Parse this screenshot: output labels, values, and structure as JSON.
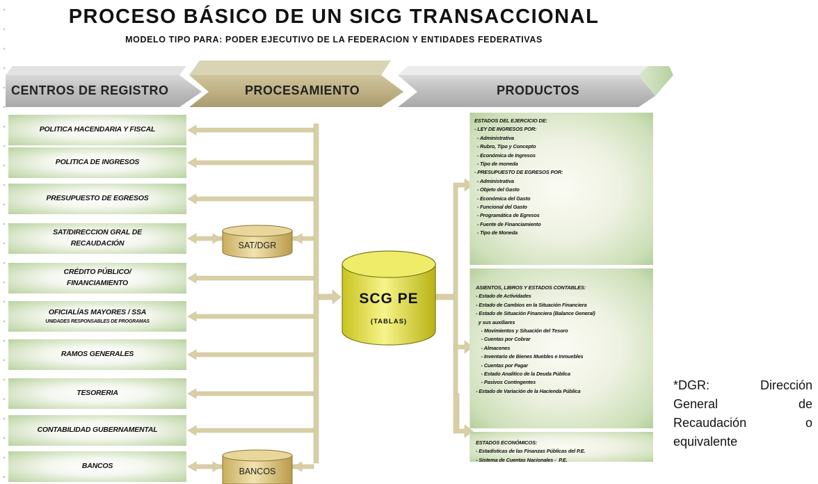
{
  "title": "PROCESO BÁSICO  DE UN SICG TRANSACCIONAL",
  "subtitle": "MODELO TIPO PARA: PODER EJECUTIVO DE LA FEDERACION Y ENTIDADES FEDERATIVAS",
  "headers": {
    "registro": "CENTROS DE REGISTRO",
    "procesamiento": "PROCESAMIENTO",
    "productos": "PRODUCTOS"
  },
  "centros": [
    {
      "line1": "POLITICA HACENDARIA Y FISCAL"
    },
    {
      "line1": "POLITICA DE  INGRESOS"
    },
    {
      "line1": "PRESUPUESTO  DE EGRESOS"
    },
    {
      "line1": "SAT/DIRECCION GRAL DE",
      "line2": "RECAUDACIÓN"
    },
    {
      "line1": "CRÉDITO PÚBLICO/",
      "line2": "FINANCIAMIENTO"
    },
    {
      "line1": "OFICIALÍAS MAYORES / SSA",
      "sub": "UNIDADES RESPONSABLES DE PROGRAMAS"
    },
    {
      "line1": "RAMOS GENERALES"
    },
    {
      "line1": "TESORERIA"
    },
    {
      "line1": "CONTABILIDAD GUBERNAMENTAL"
    },
    {
      "line1": "BANCOS"
    }
  ],
  "cylinders": {
    "sat": "SAT/DGR",
    "bancos": "BANCOS",
    "central_title": "SCG PE",
    "central_sub": "(TABLAS)"
  },
  "productos": {
    "box1": [
      "ESTADOS DEL EJERCICIO DE:",
      "- LEY DE INGRESOS POR:",
      "  - Administrativa",
      "  - Rubro, Tipo y Concepto",
      "  - Económica de Ingresos",
      "  - Tipo de moneda",
      "- PRESUPUESTO DE EGRESOS POR:",
      "  - Administrativa",
      "  - Objeto del Gasto",
      "  - Económica del Gasto",
      "  - Funcional del Gasto",
      "  - Programática de Egresos",
      "  - Fuente de Financiamiento",
      "  - Tipo de Moneda"
    ],
    "box2": [
      "ASIENTOS, LIBROS Y ESTADOS CONTABLES:",
      "- Estado de Actividades",
      "- Estado de Cambios en la Situación Financiera",
      "- Estado de Situación Financiera (Balance General)",
      "  y sus auxiliares",
      "    - Movimientos y Situación del Tesoro",
      "    - Cuentas por Cobrar",
      "    - Almacenes",
      "    - Inventario de Bienes Muebles e Inmuebles",
      "    - Cuentas por Pagar",
      "    - Estado Analítico de la Deuda Pública",
      "    - Pasivos Contingentes",
      "- Estado de Variación de la Hacienda Pública"
    ],
    "box3": [
      "ESTADOS ECONÓMICOS:",
      "- Estadísticas de las Finanzas Públicas del P.E.",
      "- Sistema de Cuentas Nacionales -  P.E."
    ]
  },
  "note": {
    "l1a": "*DGR:",
    "l1b": "Dirección",
    "l2a": "General",
    "l2b": "de",
    "l3a": "Recaudación",
    "l3b": "o",
    "l4": "equivalente"
  },
  "colors": {
    "connector": "#d8cfa6",
    "box_green": "#b7d1a0",
    "cylinder": "#d9c27e",
    "central_cylinder": "#e8e63a"
  }
}
